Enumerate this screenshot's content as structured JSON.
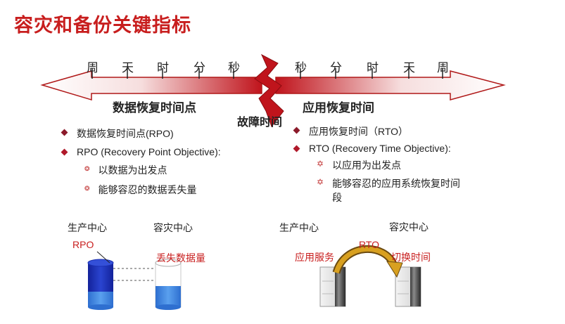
{
  "title": "容灾和备份关键指标",
  "timeline": {
    "left_ticks": [
      "周",
      "天",
      "时",
      "分",
      "秒"
    ],
    "right_ticks": [
      "秒",
      "分",
      "时",
      "天",
      "周"
    ],
    "left_label": "数据恢复时间点",
    "right_label": "应用恢复时间",
    "center_label": "故障时间"
  },
  "rpo": {
    "heading": "数据恢复时间点(RPO)",
    "full_name": "RPO (Recovery Point Objective):",
    "points": [
      "以数据为出发点",
      "能够容忍的数据丢失量"
    ]
  },
  "rto": {
    "heading": "应用恢复时间（RTO）",
    "full_name": "RTO (Recovery Time Objective):",
    "points": [
      "以应用为出发点",
      "能够容忍的应用系统恢复时间段"
    ]
  },
  "rpo_diagram": {
    "primary_label": "生产中心",
    "backup_label": "容灾中心",
    "marker_label": "RPO",
    "loss_label": "丢失数据量"
  },
  "rto_diagram": {
    "primary_label": "生产中心",
    "backup_label": "容灾中心",
    "marker_label": "RTO",
    "service_label": "应用服务",
    "switch_label": "切换时间"
  },
  "colors": {
    "title": "#c81e1e",
    "arrow_red": "#c0141c",
    "cylinder_blue": "#1b2fb0",
    "cylinder_light": "#3f86e0"
  }
}
